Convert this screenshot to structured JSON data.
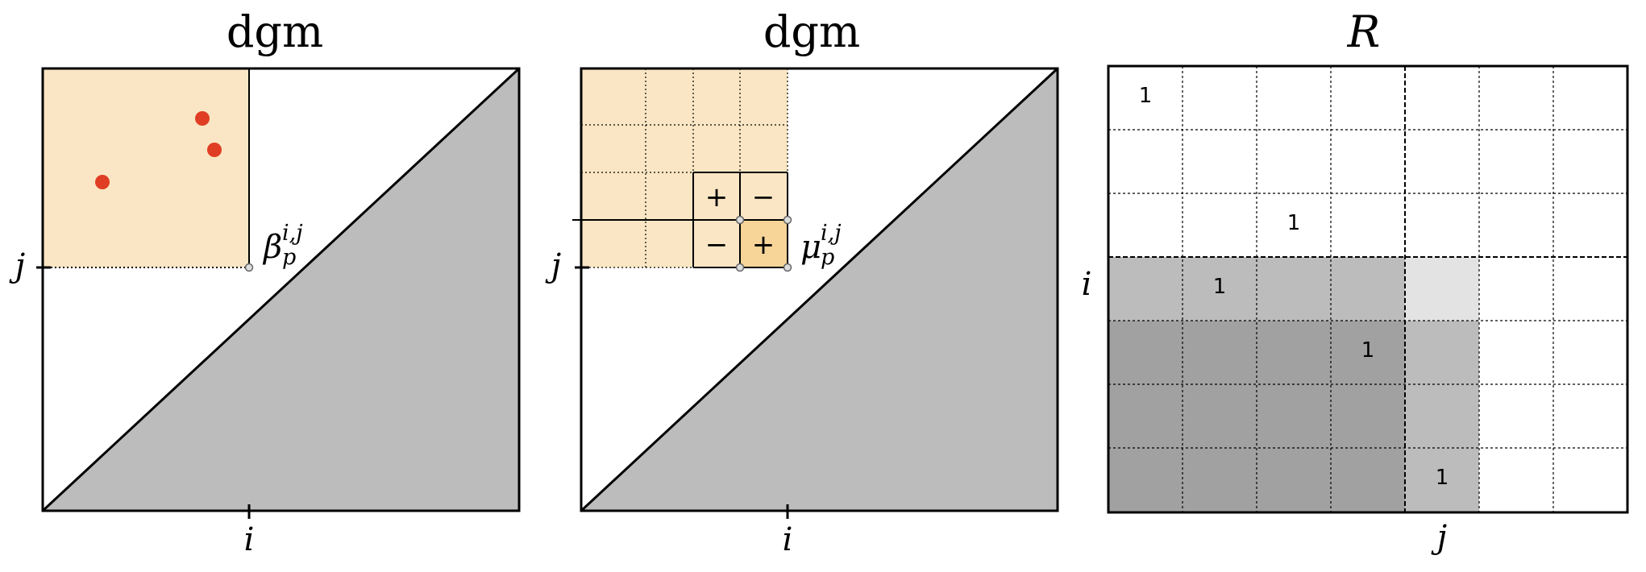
{
  "colors": {
    "highlight": "#fae6c4",
    "highlight_strong": "#f7d498",
    "point": "#e03e24",
    "diagonal_fill": "#bcbcbc",
    "r_gray_light": "#e3e3e3",
    "r_gray_mid": "#bcbcbc",
    "r_gray_dark": "#a1a1a1"
  },
  "panel1": {
    "title": "dgm",
    "x_tick": "i",
    "y_tick": "j",
    "label_base": "β",
    "label_sub": "p",
    "label_sup": "i,j",
    "points_count": 3
  },
  "panel2": {
    "title": "dgm",
    "x_tick": "i",
    "y_tick": "j",
    "label_base": "μ",
    "label_sub": "p",
    "label_sup": "i,j",
    "signs": {
      "top_left": "+",
      "top_right": "−",
      "bottom_left": "−",
      "bottom_right": "+"
    }
  },
  "panel3": {
    "title": "R",
    "row_label": "i",
    "col_label": "j",
    "one_label": "1"
  }
}
